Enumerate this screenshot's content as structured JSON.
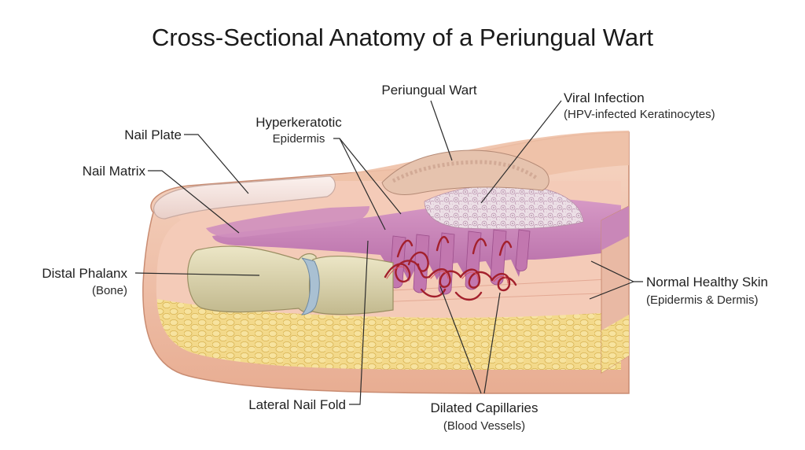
{
  "title": "Cross-Sectional Anatomy of a Periungual Wart",
  "labels": {
    "periungual_wart": "Periungual Wart",
    "viral_infection": "Viral Infection",
    "viral_infection_sub": "(HPV-infected Keratinocytes)",
    "hyperkeratotic": "Hyperkeratotic",
    "hyperkeratotic_sub": "Epidermis",
    "nail_plate": "Nail Plate",
    "nail_matrix": "Nail Matrix",
    "distal_phalanx": "Distal Phalanx",
    "distal_phalanx_sub": "(Bone)",
    "normal_skin": "Normal Healthy Skin",
    "normal_skin_sub": "(Epidermis & Dermis)",
    "lateral_nail_fold": "Lateral Nail Fold",
    "dilated_capillaries": "Dilated Capillaries",
    "dilated_capillaries_sub": "(Blood Vessels)"
  },
  "colors": {
    "skin_outer": "#f1c4ab",
    "skin_shade": "#e0a58a",
    "dermis": "#f4c9b6",
    "epidermis": "#c77bb5",
    "epidermis_light": "#dca3cc",
    "wart_cells": "#eadde4",
    "fat": "#f0d27a",
    "bone": "#d8d0a8",
    "joint": "#9fb5c8",
    "nail": "#f3e4df",
    "vessel": "#a3202c"
  }
}
